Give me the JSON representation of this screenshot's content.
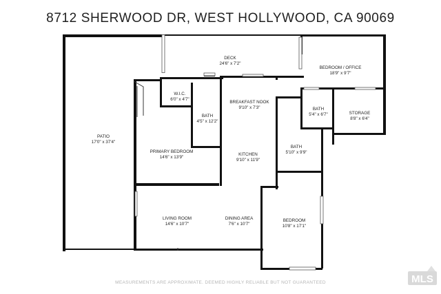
{
  "title": "8712 SHERWOOD DR, WEST HOLLYWOOD, CA 90069",
  "footer": "MEASUREMENTS ARE APPROXIMATE. DEEMED HIGHLY RELIABLE BUT NOT GUARANTEED",
  "logo": "MLS",
  "rooms": {
    "deck": {
      "name": "DECK",
      "dims": "24'6\" x 7'2\""
    },
    "bedroom_office": {
      "name": "BEDROOM / OFFICE",
      "dims": "18'9\" x 9'7\""
    },
    "wic": {
      "name": "W.I.C.",
      "dims": "6'0\" x 4'7\""
    },
    "breakfast_nook": {
      "name": "BREAKFAST NOOK",
      "dims": "9'10\" x 7'3\""
    },
    "bath_primary": {
      "name": "BATH",
      "dims": "4'5\" x 12'2\""
    },
    "bath_small": {
      "name": "BATH",
      "dims": "5'4\" x 6'7\""
    },
    "storage": {
      "name": "STORAGE",
      "dims": "8'8\" x 6'4\""
    },
    "patio": {
      "name": "PATIO",
      "dims": "17'0\" x 37'4\""
    },
    "primary_bedroom": {
      "name": "PRIMARY BEDROOM",
      "dims": "14'6\" x 13'9\""
    },
    "kitchen": {
      "name": "KITCHEN",
      "dims": "9'10\" x 11'9\""
    },
    "bath_hall": {
      "name": "BATH",
      "dims": "5'10\" x 9'9\""
    },
    "living_room": {
      "name": "LIVING ROOM",
      "dims": "14'6\" x 10'7\""
    },
    "dining_area": {
      "name": "DINING AREA",
      "dims": "7'6\" x 10'7\""
    },
    "bedroom": {
      "name": "BEDROOM",
      "dims": "10'8\" x 17'1\""
    }
  }
}
